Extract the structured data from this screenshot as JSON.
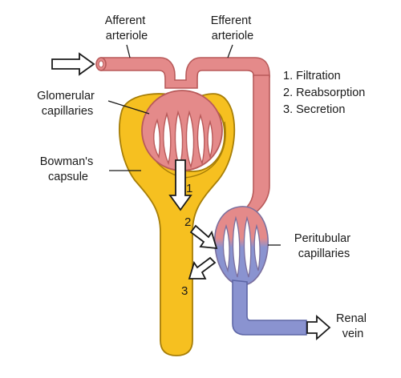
{
  "colors": {
    "arterial": "#e48a8a",
    "arterial_stroke": "#b85a5a",
    "venous": "#8a93d0",
    "venous_stroke": "#5d66a6",
    "capsule": "#f6c020",
    "capsule_stroke": "#a77e07",
    "arrow_fill": "#ffffff",
    "arrow_stroke": "#1a1a1a"
  },
  "labels": {
    "afferent": [
      "Afferent",
      "arteriole"
    ],
    "efferent": [
      "Efferent",
      "arteriole"
    ],
    "glomerular": [
      "Glomerular",
      "capillaries"
    ],
    "bowmans": [
      "Bowman's",
      "capsule"
    ],
    "peritubular": [
      "Peritubular",
      "capillaries"
    ],
    "renal_vein": [
      "Renal",
      "vein"
    ]
  },
  "legend": [
    "1. Filtration",
    "2. Reabsorption",
    "3. Secretion"
  ],
  "step_numbers": [
    "1",
    "2",
    "3"
  ]
}
